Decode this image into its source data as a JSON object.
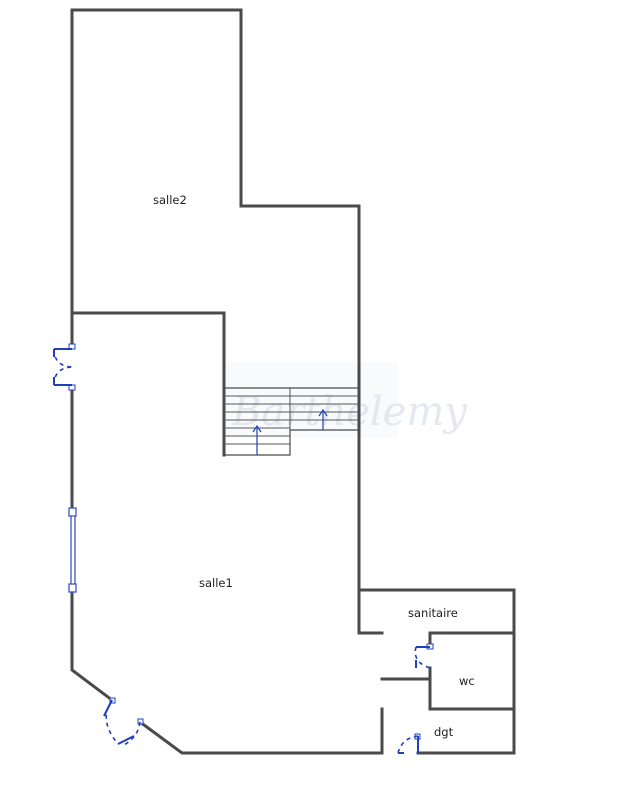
{
  "floor_plan": {
    "rooms": [
      {
        "id": "salle2",
        "label": "salle2"
      },
      {
        "id": "salle1",
        "label": "salle1"
      },
      {
        "id": "sanitaire",
        "label": "sanitaire"
      },
      {
        "id": "wc",
        "label": "wc"
      },
      {
        "id": "dgt",
        "label": "dgt"
      }
    ],
    "watermark": "Barthelemy",
    "colors": {
      "wall": "#4a4a4a",
      "door": "#1f3fbf",
      "window": "#3a55c8",
      "background": "#ffffff"
    }
  }
}
